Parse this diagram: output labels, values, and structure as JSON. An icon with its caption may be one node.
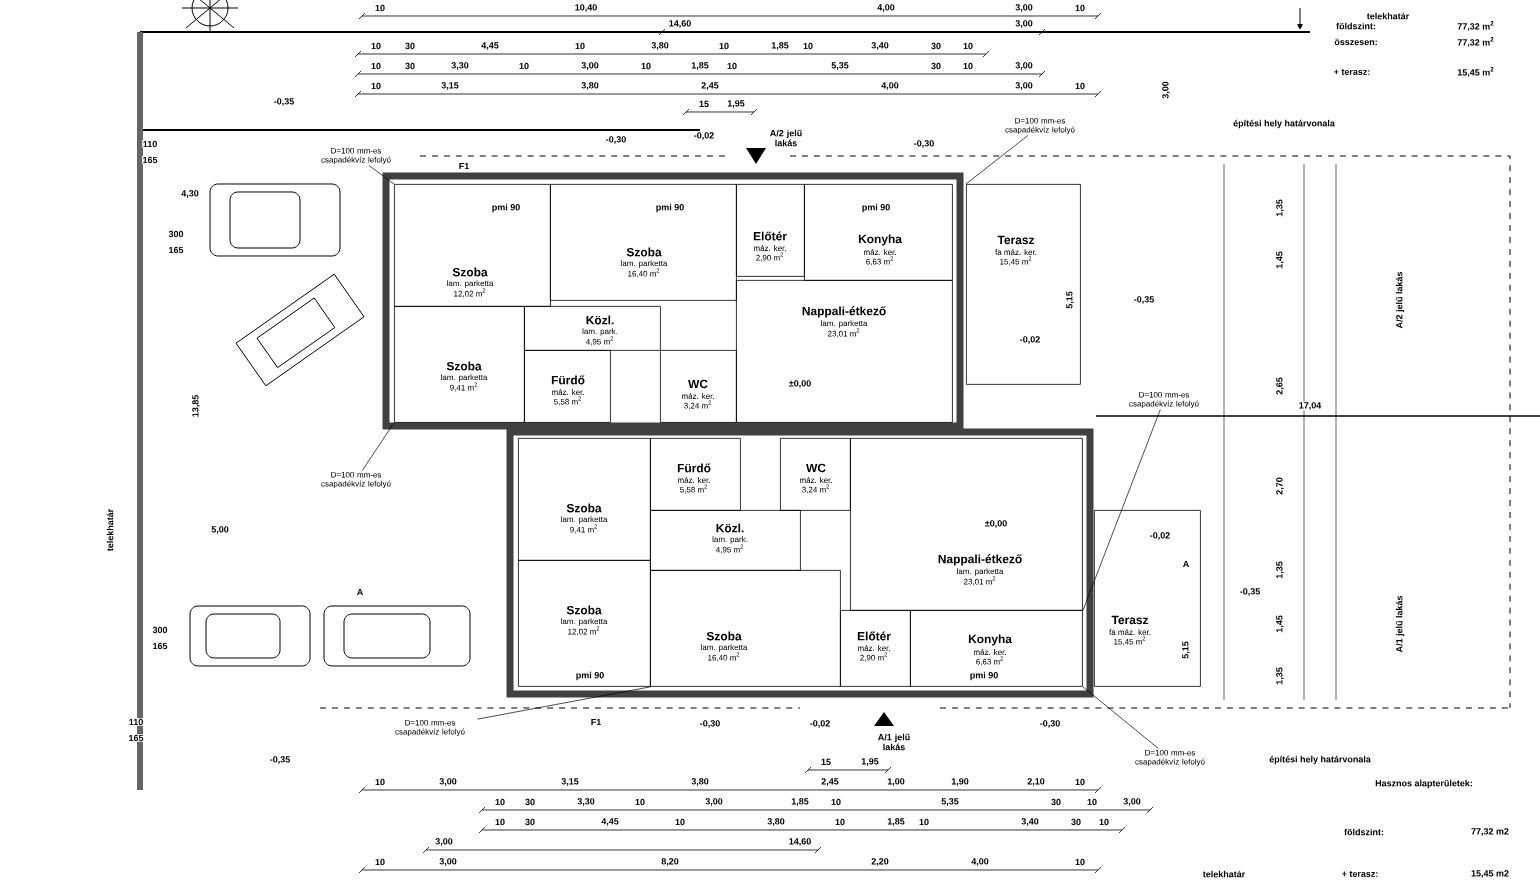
{
  "diagram": {
    "nodes": [
      {
        "text": [
          "Szoba",
          "lam. parketta",
          "12,02 m$^{2}$"
        ]
      },
      {
        "text": [
          "Szoba",
          "lam. parketta",
          "16,40 m$^{2}$"
        ]
      },
      {
        "text": [
          "Előtér",
          "máz. ker.",
          "2,90 m$^{2}$"
        ]
      },
      {
        "text": [
          "Konyha",
          "máz. ker.",
          "6,63 m$^{2}$"
        ]
      },
      {
        "text": [
          "Nappali-étkező",
          "lam. parketta",
          "23,01 m$^{2}$"
        ]
      },
      {
        "text": [
          "Szoba",
          "lam. parketta",
          "9,41 m$^{2}$"
        ]
      },
      {
        "text": [
          "Közl.",
          "lam. park.",
          "4,95 m$^{2}$"
        ]
      },
      {
        "text": [
          "Fürdő",
          "máz. ker.",
          "5,58 m$^{2}$"
        ]
      },
      {
        "text": [
          "WC",
          "máz. ker.",
          "3,24 m$^{2}$"
        ]
      },
      {
        "text": [
          "Terasz",
          "fa máz. ker.",
          "15,45 m$^{2}$"
        ]
      },
      {
        "text": [
          "Fürdő",
          "máz. ker.",
          "5,58 m$^{2}$"
        ]
      },
      {
        "text": [
          "WC",
          "máz. ker.",
          "3,24 m$^{2}$"
        ]
      },
      {
        "text": [
          "Szoba",
          "lam. parketta",
          "9,41 m$^{2}$"
        ]
      },
      {
        "text": [
          "Közl.",
          "lam. park.",
          "4,95 m$^{2}$"
        ]
      },
      {
        "text": [
          "Nappali-étkező",
          "lam. parketta",
          "23,01 m$^{2}$"
        ]
      },
      {
        "text": [
          "Szoba",
          "lam. parketta",
          "12,02 m$^{2}$"
        ]
      },
      {
        "text": [
          "Szoba",
          "lam. parketta",
          "16,40 m$^{2}$"
        ]
      },
      {
        "text": [
          "Előtér",
          "máz. ker.",
          "2,90 m$^{2}$"
        ]
      },
      {
        "text": [
          "Konyha",
          "máz. ker.",
          "6,63 m$^{2}$"
        ]
      },
      {
        "text": [
          "Terasz",
          "fa máz. ker.",
          "15,45 m$^{2}$"
        ]
      },
      {
        "text": [
          "D=100 mm-es csapadékvíz lefolyó"
        ]
      },
      {
        "text": [
          "D=100 mm-es csapadékvíz lefolyó"
        ]
      },
      {
        "text": [
          "D=100 mm-es csapadékvíz lefolyó"
        ]
      },
      {
        "text": [
          "D=100 mm-es csapadékvíz lefolyó"
        ]
      },
      {
        "text": [
          "D=100 mm-es csapadékvíz lefolyó"
        ]
      },
      {
        "text": [
          "D=100 mm-es csapadékvíz lefolyó"
        ]
      }
    ],
    "edges": [
      {
        "from": 20,
        "to": 0,
        "arrow": "none"
      },
      {
        "from": 21,
        "to": 9,
        "arrow": "none"
      },
      {
        "from": 22,
        "to": 14,
        "arrow": "none"
      },
      {
        "from": 23,
        "to": 5,
        "arrow": "none"
      },
      {
        "from": 24,
        "to": 15,
        "arrow": "none"
      },
      {
        "from": 25,
        "to": 18,
        "arrow": "none"
      }
    ],
    "labels": [
      "10",
      "10,40",
      "4,00",
      "3,00",
      "10",
      "14,60",
      "3,00",
      "10",
      "30",
      "4,45",
      "10",
      "3,80",
      "10",
      "1,85",
      "10",
      "3,40",
      "30",
      "10",
      "10",
      "30",
      "3,30",
      "10",
      "3,00",
      "10",
      "1,85",
      "10",
      "5,35",
      "30",
      "10",
      "3,00",
      "10",
      "3,15",
      "3,80",
      "2,45",
      "4,00",
      "3,00",
      "10",
      "15",
      "1,95",
      "15",
      "1,95",
      "10",
      "3,00",
      "3,15",
      "3,80",
      "2,45",
      "1,00",
      "1,90",
      "2,10",
      "10",
      "10",
      "30",
      "3,30",
      "10",
      "3,00",
      "1,85",
      "10",
      "5,35",
      "30",
      "10",
      "3,00",
      "10",
      "30",
      "4,45",
      "10",
      "3,80",
      "10",
      "1,85",
      "10",
      "3,40",
      "30",
      "10",
      "3,00",
      "14,60",
      "10",
      "3,00",
      "8,20",
      "2,20",
      "4,00",
      "10",
      "telekhatár",
      "földszint:",
      "77,32 m$^{2}$",
      "összesen:",
      "77,32 m$^{2}$",
      "+ terasz:",
      "15,45 m$^{2}$",
      "3,00",
      "-0,35",
      "építési hely határvonala",
      "110",
      "-0,30",
      "-0,02",
      "A/2 jelű lakás",
      "-0,30",
      "165",
      "F1",
      "4,30",
      "pmi 90",
      "pmi 90",
      "pmi 90",
      "1,35",
      "300",
      "165",
      "1,45",
      "5,15",
      "-0,35",
      "A/2 jelű lakás",
      "-0,02",
      "±0,00",
      "2,65",
      "13,85",
      "17,04",
      "2,70",
      "telekhatár",
      "5,00",
      "±0,00",
      "-0,02",
      "A",
      "1,35",
      "A",
      "-0,35",
      "300",
      "1,45",
      "A/1 jelű lakás",
      "165",
      "5,15",
      "pmi 90",
      "pmi 90",
      "1,35",
      "110",
      "F1",
      "-0,30",
      "-0,02",
      "-0,30",
      "165",
      "A/1 jelű lakás",
      "-0,35",
      "építési hely határvonala",
      "Hasznos alapterületek:",
      "földszint:",
      "77,32 m2",
      "telekhatár",
      "+ terasz:",
      "15,45 m2"
    ]
  }
}
